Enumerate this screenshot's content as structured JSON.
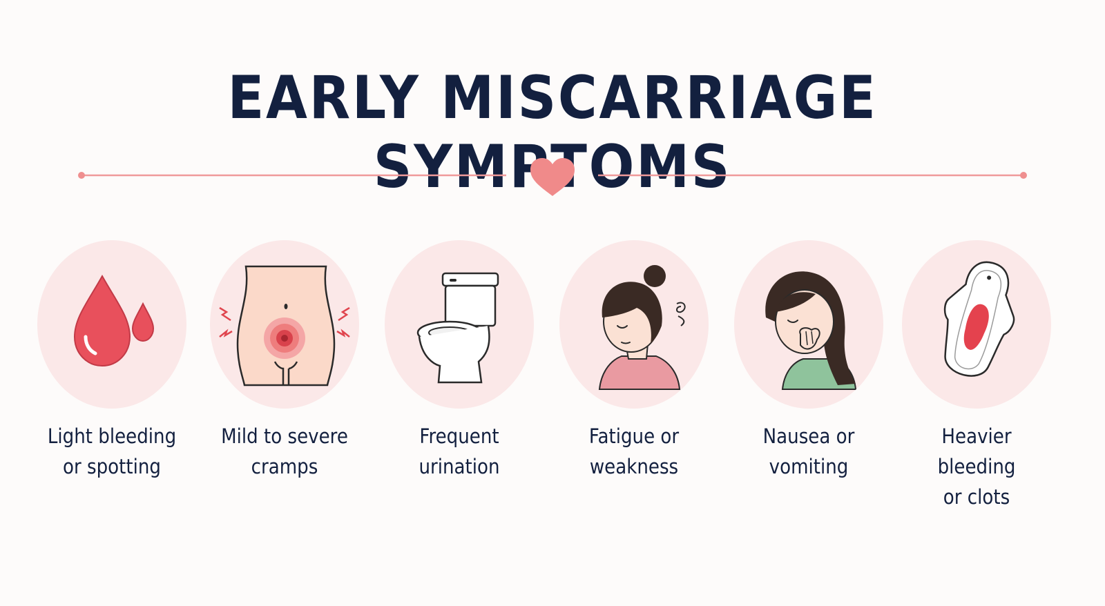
{
  "title": "EARLY MISCARRIAGE SYMPTOMS",
  "colors": {
    "title": "#13203f",
    "accent": "#ef8585",
    "circle": "#fbe8e8",
    "blood": "#e8505c"
  },
  "symptoms": [
    {
      "icon": "blood-drops-icon",
      "line1": "Light bleeding",
      "line2": "or spotting"
    },
    {
      "icon": "abdominal-cramp-icon",
      "line1": "Mild to severe",
      "line2": "cramps"
    },
    {
      "icon": "toilet-icon",
      "line1": "Frequent",
      "line2": "urination"
    },
    {
      "icon": "tired-woman-icon",
      "line1": "Fatigue or",
      "line2": "weakness"
    },
    {
      "icon": "nauseous-woman-icon",
      "line1": "Nausea or",
      "line2": "vomiting"
    },
    {
      "icon": "sanitary-pad-icon",
      "line1": "Heavier bleeding",
      "line2": "or clots"
    }
  ]
}
